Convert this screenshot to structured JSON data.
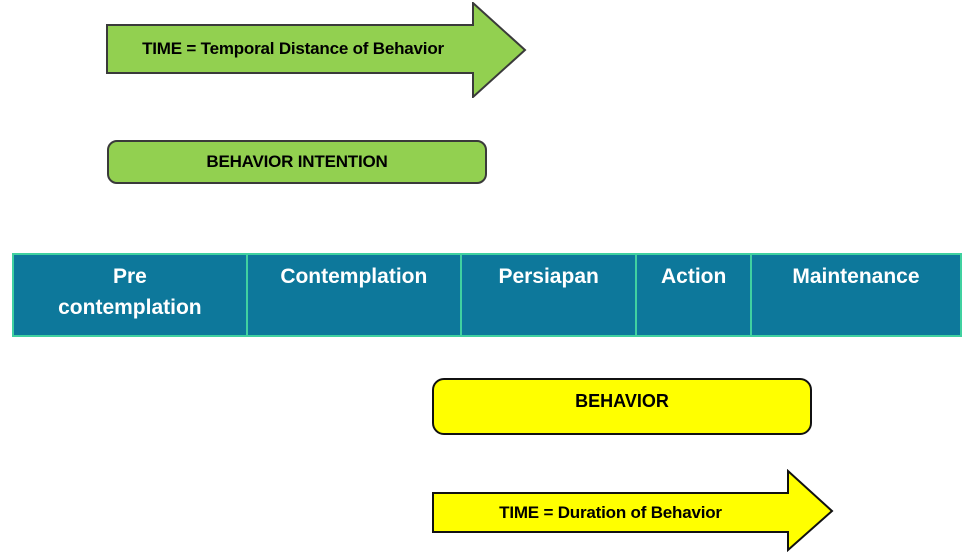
{
  "colors": {
    "background": "#FFFFFF",
    "green_fill": "#92D050",
    "green_border": "#3A3A3A",
    "yellow_fill": "#FFFF00",
    "yellow_border": "#111111",
    "table_cell_bg": "#0D789B",
    "table_border": "#40D1A0",
    "table_text": "#FFFFFF",
    "shape_text": "#000000"
  },
  "top_arrow": {
    "label": "TIME = Temporal Distance of Behavior"
  },
  "behavior_intention_box": {
    "label": "BEHAVIOR INTENTION"
  },
  "stages_table": {
    "cells": [
      {
        "label": "Pre\ncontemplation"
      },
      {
        "label": "Contemplation"
      },
      {
        "label": "Persiapan"
      },
      {
        "label": "Action"
      },
      {
        "label": "Maintenance"
      }
    ]
  },
  "behavior_box": {
    "label": "BEHAVIOR"
  },
  "bottom_arrow": {
    "label": "TIME = Duration of Behavior"
  }
}
